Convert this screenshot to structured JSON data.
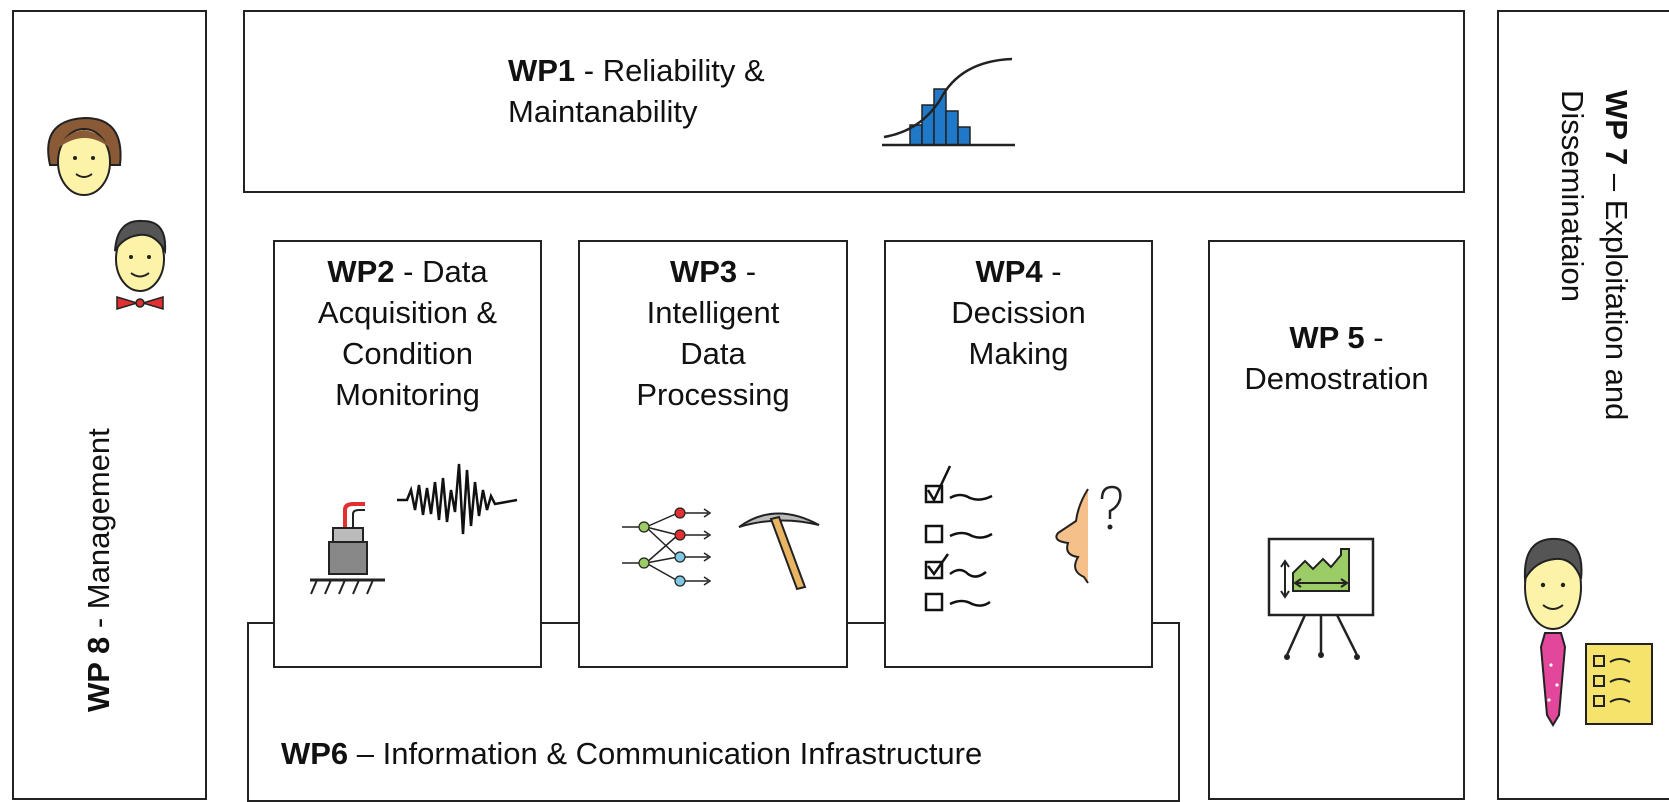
{
  "wp1": {
    "code": "WP1",
    "sep": " - ",
    "line1": "Reliability &",
    "line2": "Maintanability"
  },
  "wp2": {
    "code": "WP2",
    "sep": " - ",
    "line1": "Data",
    "line2": "Acquisition &",
    "line3": "Condition",
    "line4": "Monitoring"
  },
  "wp3": {
    "code": "WP3",
    "sep": " -",
    "line1": "Intelligent",
    "line2": "Data",
    "line3": "Processing"
  },
  "wp4": {
    "code": "WP4",
    "sep": " -",
    "line1": "Decission",
    "line2": "Making"
  },
  "wp5": {
    "code": "WP 5",
    "sep": " -",
    "line1": "Demostration"
  },
  "wp6": {
    "code": "WP6",
    "sep": " – ",
    "line1": "Information &  Communication Infrastructure"
  },
  "wp7": {
    "code": "WP 7",
    "sep": " – ",
    "line1": "Exploitation and",
    "line2": "Disseminataion"
  },
  "wp8": {
    "code": "WP 8",
    "sep": " - ",
    "line1": "Management"
  },
  "icons": {
    "wp1": "distribution-chart-icon",
    "wp2": [
      "vibration-sensor-icon",
      "signal-wave-icon"
    ],
    "wp3": [
      "neural-network-icon",
      "pickaxe-icon"
    ],
    "wp4": [
      "checklist-icon",
      "thinking-person-icon"
    ],
    "wp5": "presentation-board-icon",
    "wp7": [
      "man-with-tie-icon",
      "clipboard-icon"
    ],
    "wp8": [
      "woman-face-icon",
      "man-bowtie-icon"
    ]
  },
  "colors": {
    "border": "#222222",
    "bars": "#1f78c8",
    "skin": "#fdf3a8",
    "pink": "#e2479b",
    "green": "#9ccc65"
  }
}
